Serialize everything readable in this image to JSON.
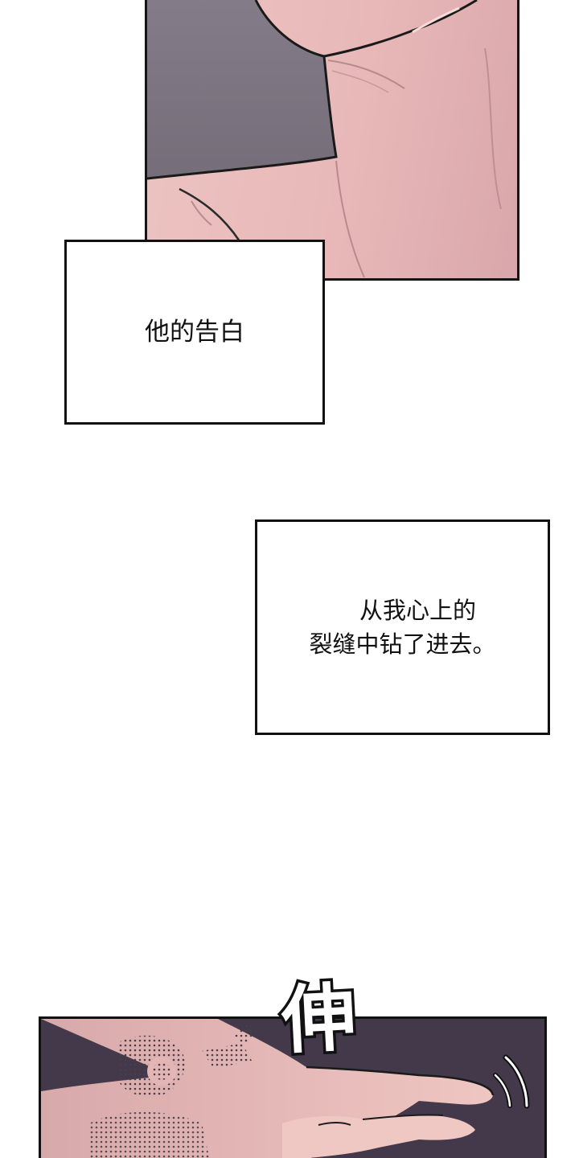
{
  "captions": {
    "confession": "他的告白",
    "crack_line_1": "从我心上的",
    "crack_line_2": "裂缝中钻了进去。"
  },
  "sound_effect": "伸",
  "colors": {
    "skin": "#e8b8b8",
    "shadow_gray": "#7d7580",
    "dark_purple": "#43394a",
    "ink": "#111111"
  }
}
